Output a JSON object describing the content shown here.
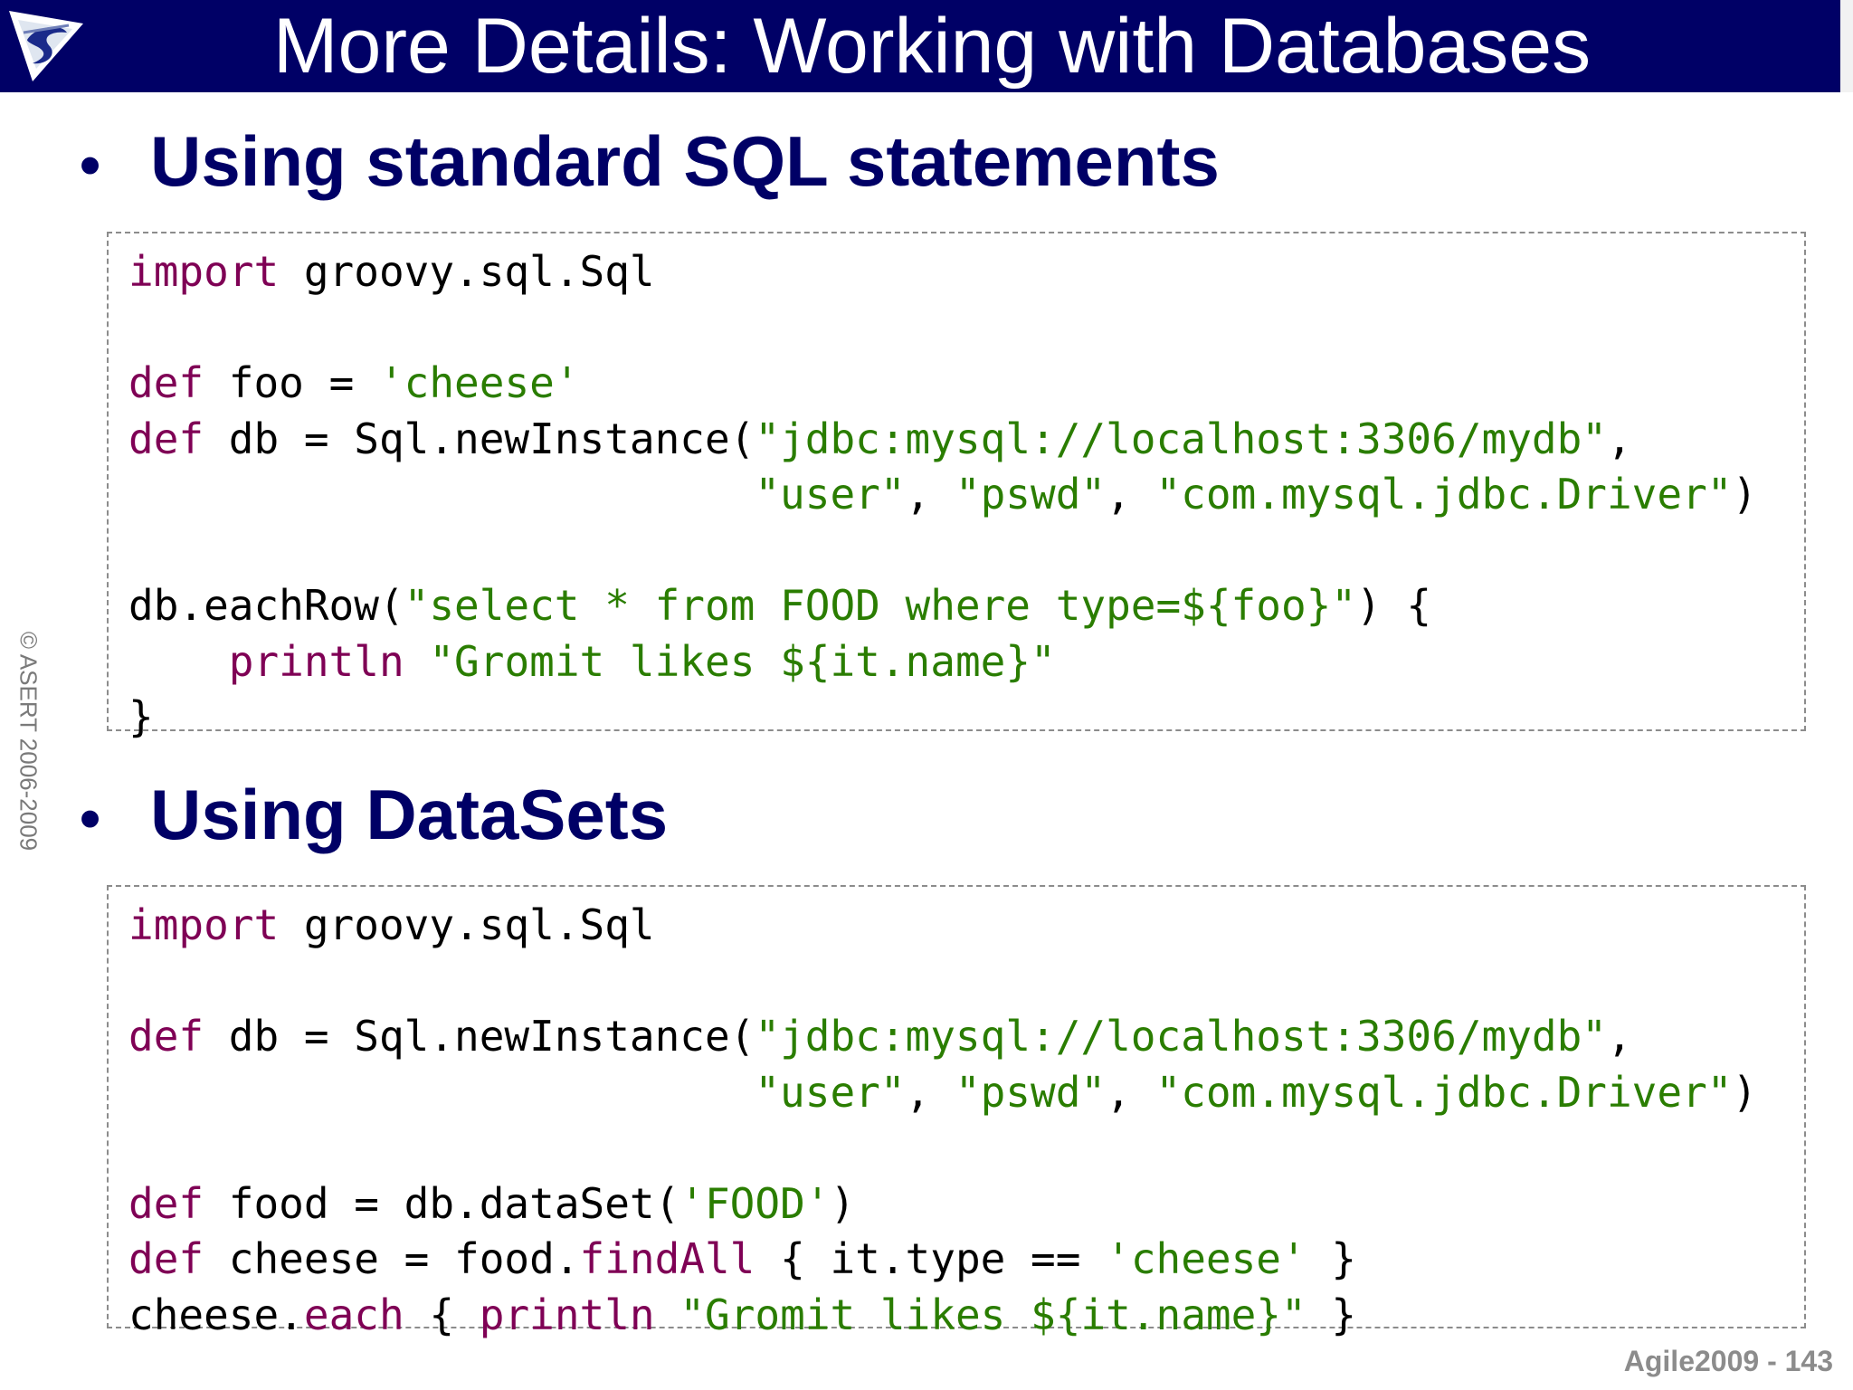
{
  "slide": {
    "title": "More Details: Working with Databases",
    "logo_icon": "asert-logo-icon",
    "copyright": "© ASERT 2006-2009",
    "footer": "Agile2009 - 143"
  },
  "sections": [
    {
      "bullet": "•",
      "heading": "Using standard SQL statements",
      "code_lines": [
        [
          {
            "t": "import",
            "k": "kw"
          },
          {
            "t": " groovy.sql.Sql",
            "k": "txt"
          }
        ],
        [],
        [
          {
            "t": "def",
            "k": "kw"
          },
          {
            "t": " foo = ",
            "k": "txt"
          },
          {
            "t": "'cheese'",
            "k": "str"
          }
        ],
        [
          {
            "t": "def",
            "k": "kw"
          },
          {
            "t": " db = Sql.newInstance(",
            "k": "txt"
          },
          {
            "t": "\"jdbc:mysql://localhost:3306/mydb\"",
            "k": "str"
          },
          {
            "t": ",",
            "k": "txt"
          }
        ],
        [
          {
            "t": "                         ",
            "k": "txt"
          },
          {
            "t": "\"user\"",
            "k": "str"
          },
          {
            "t": ", ",
            "k": "txt"
          },
          {
            "t": "\"pswd\"",
            "k": "str"
          },
          {
            "t": ", ",
            "k": "txt"
          },
          {
            "t": "\"com.mysql.jdbc.Driver\"",
            "k": "str"
          },
          {
            "t": ")",
            "k": "txt"
          }
        ],
        [],
        [
          {
            "t": "db.eachRow(",
            "k": "txt"
          },
          {
            "t": "\"select * from FOOD where type=${foo}\"",
            "k": "str"
          },
          {
            "t": ") {",
            "k": "txt"
          }
        ],
        [
          {
            "t": "    ",
            "k": "txt"
          },
          {
            "t": "println",
            "k": "kw"
          },
          {
            "t": " ",
            "k": "txt"
          },
          {
            "t": "\"Gromit likes ${it.name}\"",
            "k": "str"
          }
        ],
        [
          {
            "t": "}",
            "k": "txt"
          }
        ]
      ]
    },
    {
      "bullet": "•",
      "heading": "Using DataSets",
      "code_lines": [
        [
          {
            "t": "import",
            "k": "kw"
          },
          {
            "t": " groovy.sql.Sql",
            "k": "txt"
          }
        ],
        [],
        [
          {
            "t": "def",
            "k": "kw"
          },
          {
            "t": " db = Sql.newInstance(",
            "k": "txt"
          },
          {
            "t": "\"jdbc:mysql://localhost:3306/mydb\"",
            "k": "str"
          },
          {
            "t": ",",
            "k": "txt"
          }
        ],
        [
          {
            "t": "                         ",
            "k": "txt"
          },
          {
            "t": "\"user\"",
            "k": "str"
          },
          {
            "t": ", ",
            "k": "txt"
          },
          {
            "t": "\"pswd\"",
            "k": "str"
          },
          {
            "t": ", ",
            "k": "txt"
          },
          {
            "t": "\"com.mysql.jdbc.Driver\"",
            "k": "str"
          },
          {
            "t": ")",
            "k": "txt"
          }
        ],
        [],
        [
          {
            "t": "def",
            "k": "kw"
          },
          {
            "t": " food = db.dataSet(",
            "k": "txt"
          },
          {
            "t": "'FOOD'",
            "k": "str"
          },
          {
            "t": ")",
            "k": "txt"
          }
        ],
        [
          {
            "t": "def",
            "k": "kw"
          },
          {
            "t": " cheese = food.",
            "k": "txt"
          },
          {
            "t": "findAll",
            "k": "kw"
          },
          {
            "t": " { it.type == ",
            "k": "txt"
          },
          {
            "t": "'cheese'",
            "k": "str"
          },
          {
            "t": " }",
            "k": "txt"
          }
        ],
        [
          {
            "t": "cheese.",
            "k": "txt"
          },
          {
            "t": "each",
            "k": "kw"
          },
          {
            "t": " { ",
            "k": "txt"
          },
          {
            "t": "println",
            "k": "kw"
          },
          {
            "t": " ",
            "k": "txt"
          },
          {
            "t": "\"Gromit likes ${it.name}\"",
            "k": "str"
          },
          {
            "t": " }",
            "k": "txt"
          }
        ]
      ]
    }
  ]
}
